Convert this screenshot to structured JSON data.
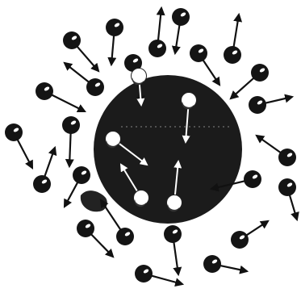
{
  "diagram": {
    "colors": {
      "background": "#ffffff",
      "ink": "#111111",
      "region_fill": "#1b1b1b",
      "inner_particle": "#ffffff"
    },
    "icons": {
      "outer_particle": "dark-ball-with-highlight",
      "inner_particle": "white-ball-with-dark-shading",
      "arrow": "arrowhead",
      "speck": "ink-blot"
    }
  }
}
